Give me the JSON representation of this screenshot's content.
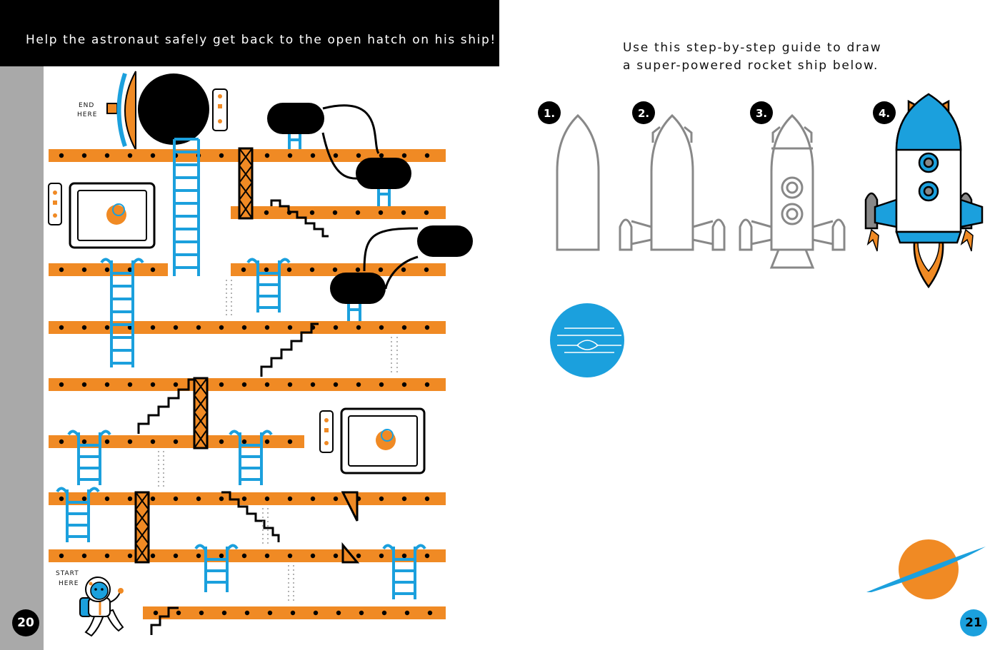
{
  "left_page": {
    "instruction": "Help the astronaut safely get back to the open hatch on his ship!",
    "end_label_line1": "END",
    "end_label_line2": "HERE",
    "start_label_line1": "START",
    "start_label_line2": "HERE",
    "page_number": "20"
  },
  "right_page": {
    "instruction_line1": "Use this step-by-step guide to draw",
    "instruction_line2": "a super-powered rocket ship below.",
    "steps": [
      "1.",
      "2.",
      "3.",
      "4."
    ],
    "page_number": "21"
  },
  "colors": {
    "orange": "#f08a24",
    "blue": "#1ba0dd",
    "black": "#000000",
    "gray_sidebar": "#a9a9a9"
  }
}
